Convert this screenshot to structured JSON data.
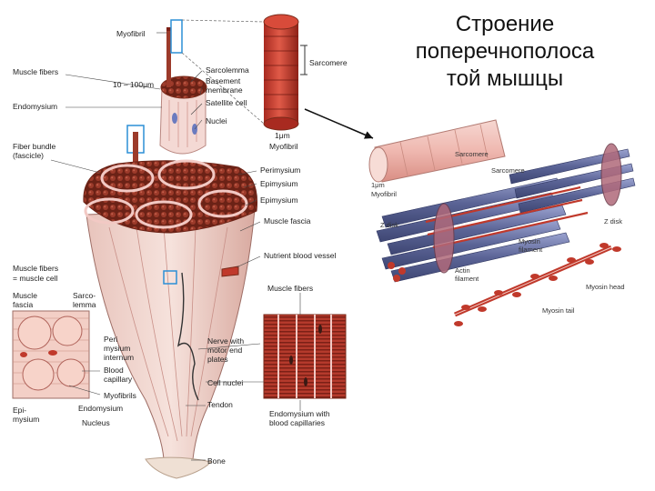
{
  "title": {
    "line1": "Строение",
    "line2": "поперечнополоса",
    "line3": "той мышцы"
  },
  "labels": {
    "myofibril_top": "Myofibril",
    "muscle_fibers": "Muscle fibers",
    "size_range": "10 – 100μm",
    "sarcolemma": "Sarcolemma",
    "basement_membrane_1": "Basement",
    "basement_membrane_2": "membrane",
    "satellite_cell": "Satellite cell",
    "nuclei": "Nuclei",
    "endomysium": "Endomysium",
    "sarcomere_top": "Sarcomere",
    "one_um_1": "1μm",
    "myofibril_mid": "Myofibril",
    "fiber_bundle_1": "Fiber bundle",
    "fiber_bundle_2": "(fascicle)",
    "perimysium": "Perimysium",
    "epimysium_1": "Epimysium",
    "epimysium_2": "Epimysium",
    "muscle_fascia": "Muscle fascia",
    "nutrient_vessel": "Nutrient blood vessel",
    "muscle_fibers_eq_1": "Muscle fibers",
    "muscle_fibers_eq_2": "= muscle cell",
    "muscle_fascia_2a": "Muscle",
    "muscle_fascia_2b": "fascia",
    "sarcolemma_2a": "Sarco-",
    "sarcolemma_2b": "lemma",
    "peri_1": "Peri",
    "peri_2": "mysium",
    "peri_3": "internum",
    "blood_cap_1": "Blood",
    "blood_cap_2": "capillary",
    "myofibrils": "Myofibrils",
    "epi_1": "Epi-",
    "epi_2": "mysium",
    "endomysium_2": "Endomysium",
    "nucleus": "Nucleus",
    "muscle_fibers_3": "Muscle fibers",
    "nerve_1": "Nerve with",
    "nerve_2": "motor end",
    "nerve_3": "plates",
    "cell_nuclei": "Cell nuclei",
    "tendon": "Tendon",
    "endo_cap_1": "Endomysium with",
    "endo_cap_2": "blood capillaries",
    "bone": "Bone",
    "sarcomere_right": "Sarcomere",
    "one_um_2": "1μm",
    "myofibril_right": "Myofibril",
    "sarcomere_big": "Sarcomere",
    "z_disk_left": "Z disk",
    "z_disk_right": "Z disk",
    "myosin_filament_1": "Myosin",
    "myosin_filament_2": "filament",
    "actin_filament_1": "Actin",
    "actin_filament_2": "filament",
    "myosin_head": "Myosin head",
    "myosin_tail": "Myosin tail"
  },
  "colors": {
    "muscle_red": "#c0392b",
    "muscle_dark": "#7a2a1a",
    "sheath_pink": "#f2c9c4",
    "actin_blue": "#6f78a8",
    "tendon_pink": "#e9c2b8",
    "title_text": "#111111"
  }
}
